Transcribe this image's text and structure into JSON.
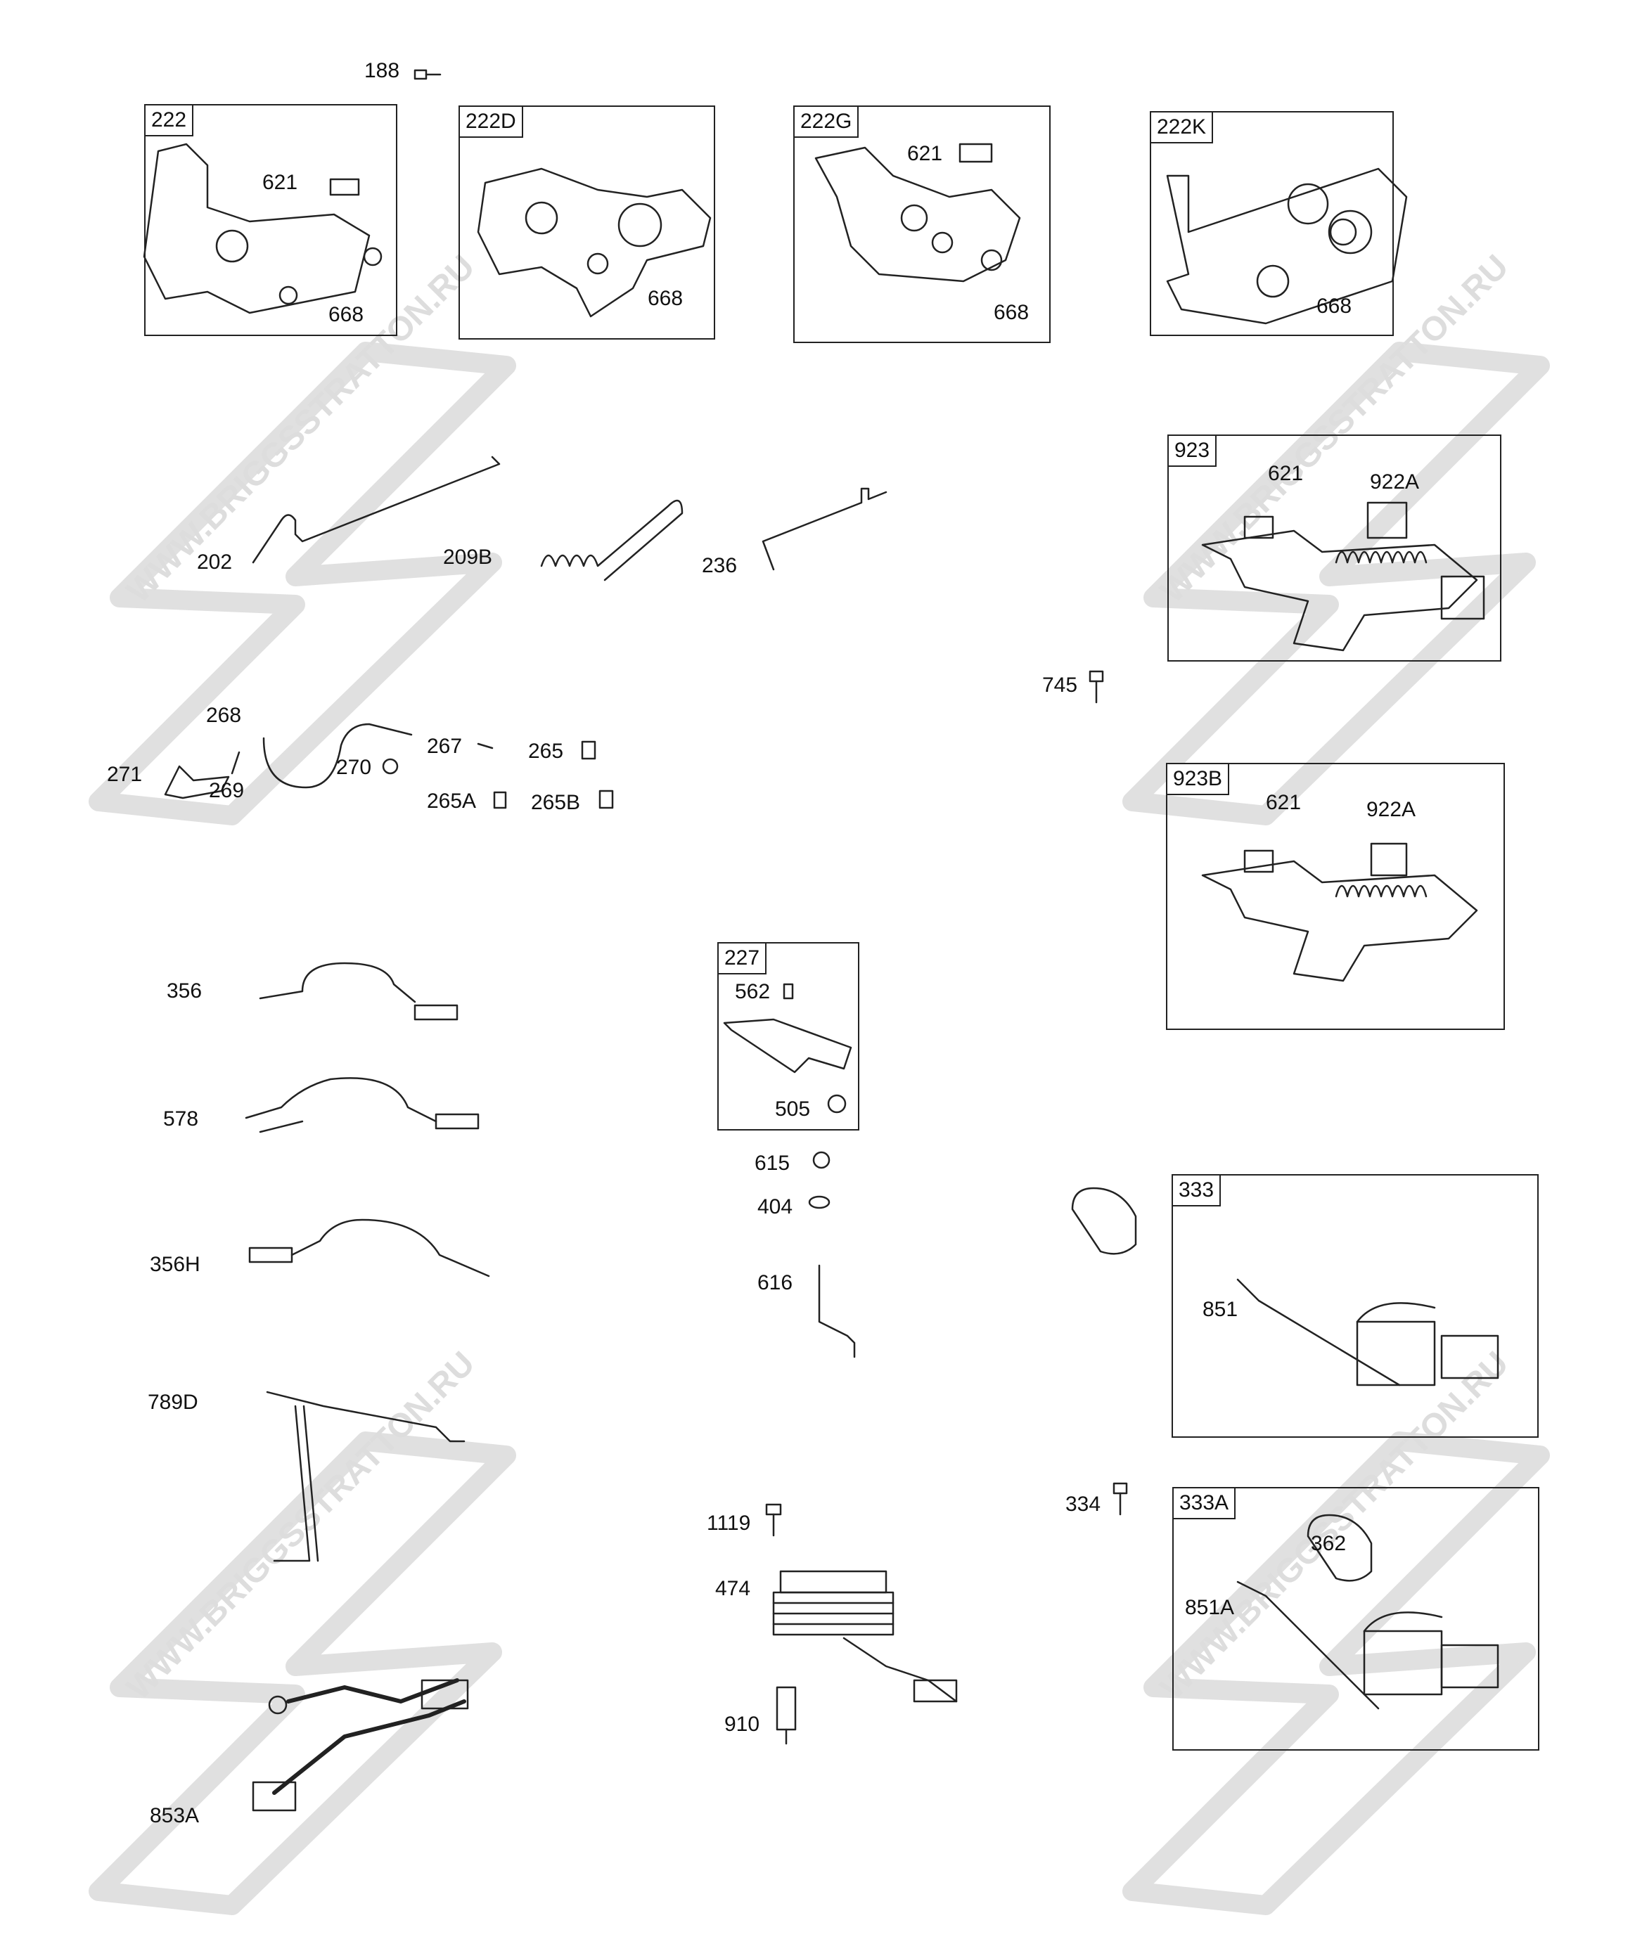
{
  "watermark": {
    "text": "WWW.BRIGGSSTRATTON.RU",
    "color": "#d9d9d9"
  },
  "groups": [
    {
      "id": "222",
      "parts": [
        "621",
        "668"
      ]
    },
    {
      "id": "222D",
      "parts": [
        "668"
      ]
    },
    {
      "id": "222G",
      "parts": [
        "621",
        "668"
      ]
    },
    {
      "id": "222K",
      "parts": [
        "668"
      ]
    },
    {
      "id": "923",
      "parts": [
        "621",
        "922A"
      ]
    },
    {
      "id": "923B",
      "parts": [
        "621",
        "922A"
      ]
    },
    {
      "id": "227",
      "parts": [
        "562",
        "505"
      ]
    },
    {
      "id": "333",
      "parts": [
        "851"
      ]
    },
    {
      "id": "333A",
      "parts": [
        "362",
        "851A"
      ]
    }
  ],
  "loose_parts": [
    "188",
    "202",
    "209B",
    "236",
    "745",
    "268",
    "271",
    "269",
    "270",
    "267",
    "265",
    "265A",
    "265B",
    "356",
    "578",
    "356H",
    "789D",
    "853A",
    "615",
    "404",
    "616",
    "1119",
    "474",
    "910",
    "334"
  ]
}
